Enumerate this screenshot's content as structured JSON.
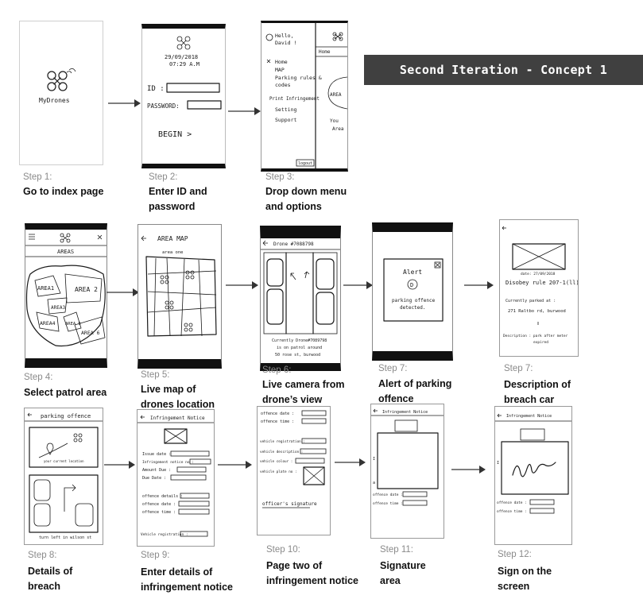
{
  "title": "Second Iteration - Concept 1",
  "steps": [
    {
      "num": "Step 1:",
      "l1": "Go to index page",
      "l2": ""
    },
    {
      "num": "Step 2:",
      "l1": "Enter ID and",
      "l2": "password"
    },
    {
      "num": "Step 3:",
      "l1": "Drop down menu",
      "l2": "and options"
    },
    {
      "num": "Step 4:",
      "l1": "Select patrol area",
      "l2": ""
    },
    {
      "num": "Step 5:",
      "l1": "Live map of",
      "l2": "drones location"
    },
    {
      "num": "Step 6:",
      "l1": "Live camera from",
      "l2": "drone’s view"
    },
    {
      "num": "Step 7:",
      "l1": "Alert of parking",
      "l2": "offence"
    },
    {
      "num": "Step 7:",
      "l1": "Description of",
      "l2": "breach car"
    },
    {
      "num": "Step 8:",
      "l1": "Details of",
      "l2": "breach"
    },
    {
      "num": "Step 9:",
      "l1": "Enter details of",
      "l2": "infringement notice"
    },
    {
      "num": "Step 10:",
      "l1": "Page two of",
      "l2": "infringement notice"
    },
    {
      "num": "Step 11:",
      "l1": "Signature",
      "l2": "area"
    },
    {
      "num": "Step 12:",
      "l1": "Sign on the",
      "l2": "screen"
    }
  ],
  "sketch": {
    "s1": {
      "logo": "MyDrones"
    },
    "s2": {
      "date": "29/09/2018",
      "time": "07:29 A.M",
      "id": "ID :",
      "password": "PASSWORD:",
      "begin": "BEGIN >"
    },
    "s3": {
      "hello": "Hello,",
      "name": "David !",
      "home": "Home",
      "menu": [
        "Home",
        "MAP",
        "Parking rules &",
        "codes",
        "Print Infringement",
        "Setting",
        "Support"
      ],
      "logout": "logout",
      "area": "AREA",
      "you": "You",
      "area2": "Area"
    },
    "s4": {
      "header": "AREAS",
      "areas": [
        "AREA1",
        "AREA 2",
        "AREA3",
        "AREA4",
        "AREA 5",
        "AREA 6"
      ]
    },
    "s5": {
      "header": "AREA MAP",
      "sub": "area one"
    },
    "s6": {
      "header": "Drone #7088798",
      "c1": "Currently Drone#7089798",
      "c2": "is on patrol around",
      "c3": "50 rose st, burwood"
    },
    "s7a": {
      "title": "Alert",
      "body1": "parking offence",
      "body2": "detected."
    },
    "s7b": {
      "rule": "Disobey rule 207-1(ll)",
      "date": "date: 27/09/2018",
      "parked": "Currently parked at :",
      "addr": "271 Raltbo rd, burwood",
      "desc": "Description : park after meter",
      "desc2": "expired"
    },
    "s8": {
      "header": "parking offence",
      "loc": "your current location",
      "turn": "turn left in wilson st"
    },
    "s9": {
      "header": "Infringement Notice",
      "fields": [
        "Issue date :",
        "Infringement notice no :",
        "Amount Due :",
        "Due Date :",
        "offence details :",
        "offence date :",
        "offence time :",
        "Vehicle registration :"
      ]
    },
    "s10": {
      "fields": [
        "offence date :",
        "offence time :",
        "vehicle registration :",
        "vehicle description :",
        "vehicle colour :",
        "vehicle plate no :"
      ],
      "sig": "officer's signature"
    },
    "s11": {
      "header": "Infringement Notice",
      "f1": "offence date :",
      "f2": "offence time :"
    },
    "s12": {
      "header": "Infringement Notice",
      "f1": "offence date :",
      "f2": "offence time :"
    }
  }
}
